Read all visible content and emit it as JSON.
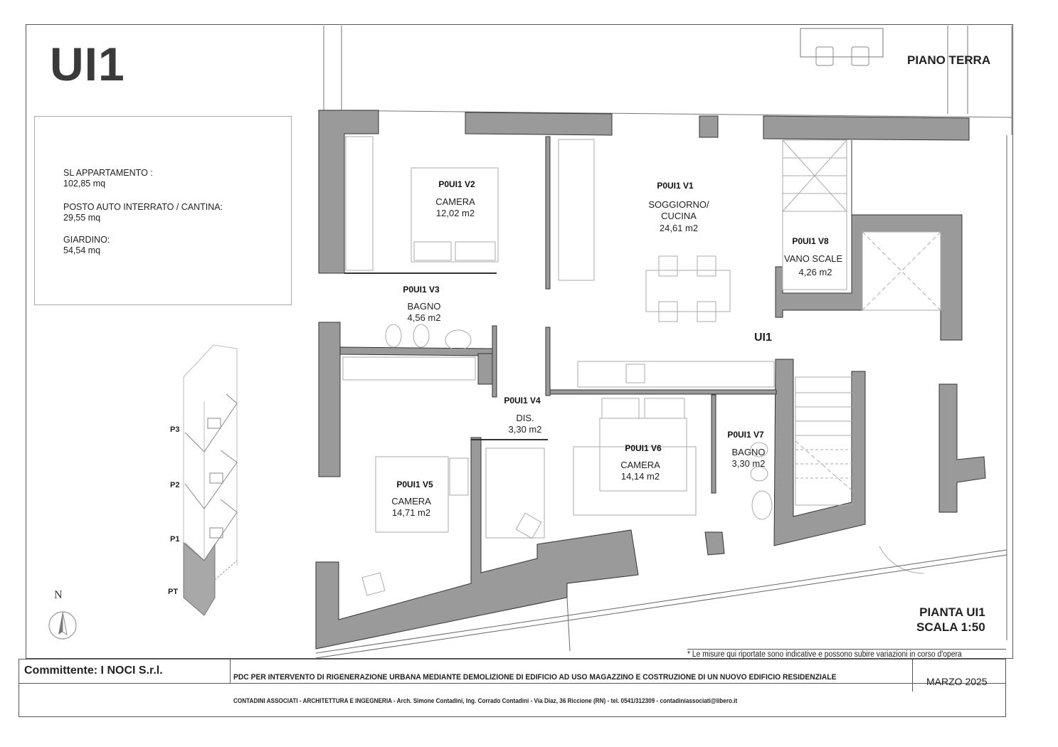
{
  "document": {
    "unit_title": "UI1",
    "floor_title": "PIANO TERRA",
    "plan_title": "PIANTA UI1",
    "scale": "SCALA 1:50",
    "unit_label_on_plan": "UI1"
  },
  "summary": {
    "items": [
      {
        "label": "SL APPARTAMENTO :",
        "value": "102,85 mq"
      },
      {
        "label": "POSTO AUTO INTERRATO / CANTINA:",
        "value": "29,55 mq"
      },
      {
        "label": "GIARDINO:",
        "value": "54,54 mq"
      }
    ]
  },
  "rooms": [
    {
      "code": "P0UI1 V1",
      "name": "SOGGIORNO/",
      "name2": "CUCINA",
      "area": "24,61 m2"
    },
    {
      "code": "P0UI1 V2",
      "name": "CAMERA",
      "area": "12,02 m2"
    },
    {
      "code": "P0UI1 V3",
      "name": "BAGNO",
      "area": "4,56 m2"
    },
    {
      "code": "P0UI1 V4",
      "name": "DIS.",
      "area": "3,30 m2"
    },
    {
      "code": "P0UI1 V5",
      "name": "CAMERA",
      "area": "14,71 m2"
    },
    {
      "code": "P0UI1 V6",
      "name": "CAMERA",
      "area": "14,14 m2"
    },
    {
      "code": "P0UI1 V7",
      "name": "BAGNO",
      "area": "3,30 m2"
    },
    {
      "code": "P0UI1 V8",
      "name": "VANO SCALE",
      "area": "4,26 m2"
    }
  ],
  "key_plan": {
    "levels": [
      "P3",
      "P2",
      "P1",
      "PT"
    ],
    "north": "N"
  },
  "colors": {
    "wall_fill": "#9a9a9a",
    "wall_stroke": "#333333",
    "line": "#555555",
    "light_line": "#b8b8b8"
  },
  "footer": {
    "note": "* Le misure qui riportate sono indicative e possono subire variazioni in corso d'opera",
    "client": "Committente: I NOCI S.r.l.",
    "project": "PDC PER INTERVENTO DI RIGENERAZIONE URBANA MEDIANTE DEMOLIZIONE DI EDIFICIO AD USO MAGAZZINO E COSTRUZIONE DI UN NUOVO EDIFICIO RESIDENZIALE",
    "date": "MARZO 2025",
    "studio": "CONTADINI ASSOCIATI - ARCHITETTURA E INGEGNERIA - Arch. Simone Contadini, Ing. Corrado Contadini - Via Diaz, 36 Riccione (RN) - tel. 0541/312309 - contadiniassociati@libero.it"
  }
}
